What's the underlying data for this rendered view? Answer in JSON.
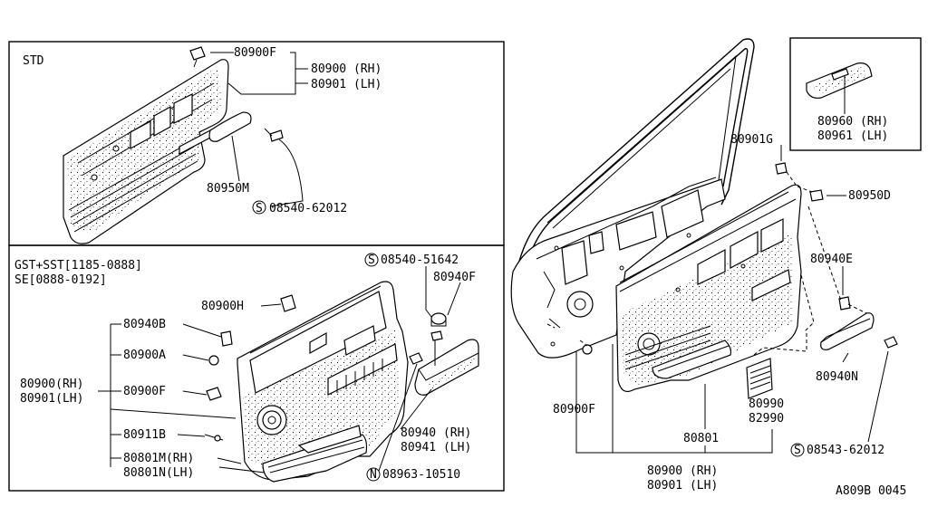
{
  "std_section": {
    "title": "STD",
    "labels": {
      "clip": "80900F",
      "panel_rh": "80900 (RH)",
      "panel_lh": "80901 (LH)",
      "pull_handle": "80950M",
      "screw": "08540-62012",
      "screw_marker": "S"
    }
  },
  "gst_section": {
    "title_line1": "GST+SST[1185-0888]",
    "title_line2": "SE[0888-0192]",
    "labels": {
      "screw_top": "08540-51642",
      "screw_top_marker": "S",
      "clip_f": "80940F",
      "grommet_h": "80900H",
      "bracket_b": "80940B",
      "clip_a": "80900A",
      "panel_rh": "80900(RH)",
      "panel_lh": "80901(LH)",
      "clip_f2": "80900F",
      "bolt_b": "80911B",
      "pocket_rh": "80801M(RH)",
      "pocket_lh": "80801N(LH)",
      "armrest_rh": "80940 (RH)",
      "armrest_lh": "80941 (LH)",
      "nut": "08963-10510",
      "nut_marker": "N"
    }
  },
  "right_section": {
    "labels": {
      "switch_rh": "80960 (RH)",
      "switch_lh": "80961 (LH)",
      "clip_g": "80901G",
      "escutcheon": "80950D",
      "clip_e": "80940E",
      "pull_handle": "80940N",
      "screw": "08543-62012",
      "screw_marker": "S",
      "grille_1": "80990",
      "grille_2": "82990",
      "clip_f": "80900F",
      "pocket": "80801",
      "panel_rh": "80900 (RH)",
      "panel_lh": "80901 (LH)"
    }
  },
  "diagram_code": "A809B 0045"
}
